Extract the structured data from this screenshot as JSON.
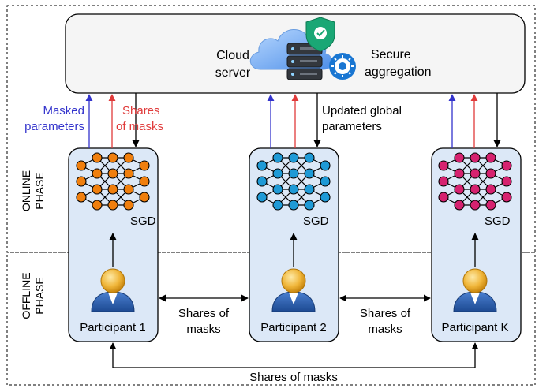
{
  "cloud": {
    "label_line1": "Cloud",
    "label_line2": "server",
    "secure_line1": "Secure",
    "secure_line2": "aggregation"
  },
  "phases": {
    "online_line1": "ONLINE",
    "online_line2": "PHASE",
    "offline_line1": "OFFLINE",
    "offline_line2": "PHASE"
  },
  "labels": {
    "masked_line1": "Masked",
    "masked_line2": "parameters",
    "shares_line1": "Shares",
    "shares_line2": "of masks",
    "updated_line1": "Updated global",
    "updated_line2": "parameters",
    "shares12_line1": "Shares of",
    "shares12_line2": "masks",
    "shares2K_line1": "Shares of",
    "shares2K_line2": "masks",
    "bottom_shares": "Shares of masks"
  },
  "participants": [
    {
      "name": "Participant 1",
      "sgd": "SGD",
      "color": "#f07f0e"
    },
    {
      "name": "Participant 2",
      "sgd": "SGD",
      "color": "#1f9ad6"
    },
    {
      "name": "Participant K",
      "sgd": "SGD",
      "color": "#d6226f"
    }
  ],
  "colors": {
    "masked": "#3333cc",
    "shares": "#e03a3a",
    "box_fill": "#dce8f7",
    "cloud_box": "#f5f5f5"
  },
  "icons": {
    "cloud": "cloud-icon",
    "server": "server-icon",
    "shield": "shield-icon",
    "gear": "gear-icon",
    "user": "user-icon"
  }
}
